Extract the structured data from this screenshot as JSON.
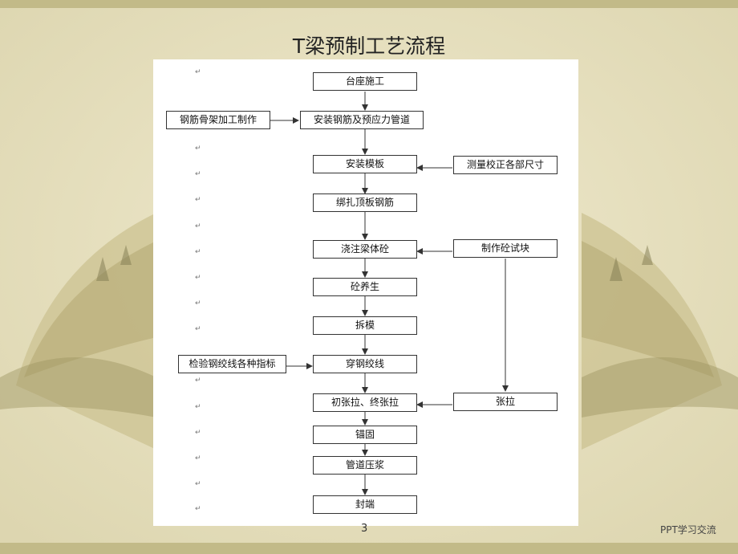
{
  "title": "T梁预制工艺流程",
  "page_number": "3",
  "footer": "PPT学习交流",
  "paragraph_mark": "↵",
  "main_steps": [
    "台座施工",
    "安装钢筋及预应力管道",
    "安装模板",
    "绑扎顶板钢筋",
    "浇注梁体砼",
    "砼养生",
    "拆模",
    "穿钢绞线",
    "初张拉、终张拉",
    "锚固",
    "管道压浆",
    "封端"
  ],
  "side_steps": {
    "rebar_frame": "钢筋骨架加工制作",
    "measure": "测量校正各部尺寸",
    "test_block": "制作砼试块",
    "strand_check": "检验钢绞线各种指标",
    "tension": "张拉"
  },
  "colors": {
    "background": "#e6e0c0",
    "band": "#c2ba88",
    "doc": "#ffffff",
    "line": "#333333"
  }
}
